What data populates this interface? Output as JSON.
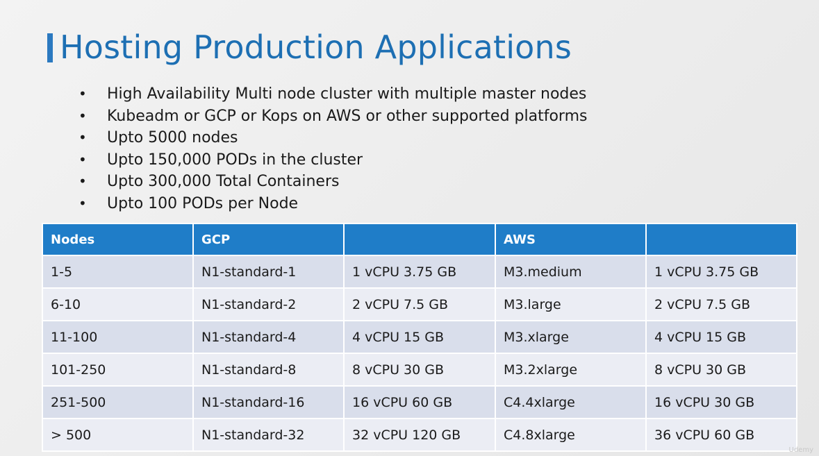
{
  "slide": {
    "title": "Hosting Production Applications",
    "accent_color": "#1d6fb3",
    "bullets": [
      "High Availability  Multi node cluster with multiple master nodes",
      "Kubeadm or GCP or Kops on AWS or other supported platforms",
      "Upto 5000 nodes",
      "Upto 150,000 PODs in the cluster",
      "Upto 300,000 Total Containers",
      "Upto 100 PODs per Node"
    ],
    "bullet_symbol": "•"
  },
  "table": {
    "header_color": "#1f7dc8",
    "headers": [
      "Nodes",
      "GCP",
      "",
      "AWS",
      ""
    ],
    "rows": [
      [
        "1-5",
        "N1-standard-1",
        "1 vCPU 3.75 GB",
        "M3.medium",
        "1 vCPU 3.75 GB"
      ],
      [
        "6-10",
        "N1-standard-2",
        "2 vCPU 7.5 GB",
        "M3.large",
        "2 vCPU 7.5 GB"
      ],
      [
        "11-100",
        "N1-standard-4",
        "4 vCPU 15 GB",
        "M3.xlarge",
        "4 vCPU 15 GB"
      ],
      [
        "101-250",
        "N1-standard-8",
        "8 vCPU 30 GB",
        "M3.2xlarge",
        "8 vCPU 30 GB"
      ],
      [
        "251-500",
        "N1-standard-16",
        "16 vCPU 60 GB",
        "C4.4xlarge",
        "16 vCPU 30 GB"
      ],
      [
        "> 500",
        "N1-standard-32",
        "32 vCPU 120 GB",
        "C4.8xlarge",
        "36 vCPU 60 GB"
      ]
    ]
  },
  "watermark": "Udemy"
}
